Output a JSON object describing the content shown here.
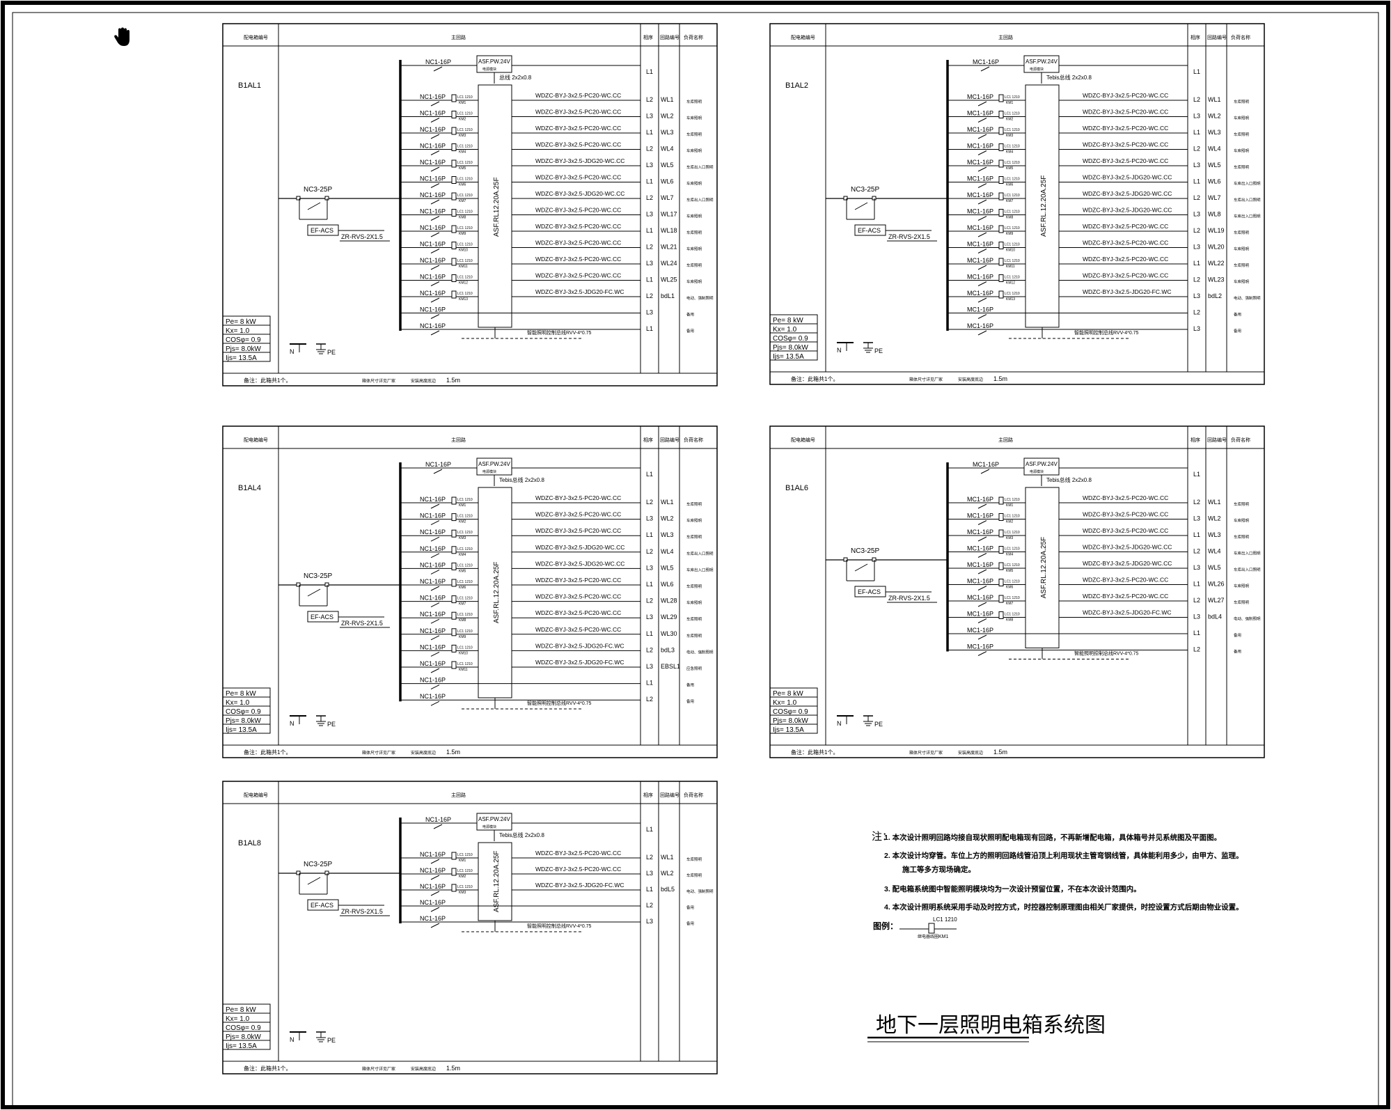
{
  "tool_icon": "hand-pan-icon",
  "panels": [
    {
      "id": "B1AL1",
      "header": {
        "col1": "配电箱编号",
        "col2": "主回路",
        "col3": "相序",
        "col4": "回路编号",
        "col5": "负荷名称"
      },
      "incoming_breaker": "NC3-25P",
      "efacs": "EF-ACS",
      "control_cable": "ZR-RVS-2X1.5",
      "power_module": "ASF.PW.24V",
      "power_module_sub": "电源模块",
      "top_breaker": "NC1-16P",
      "top_phase": "L1",
      "bus_label": "总线 2x2x0.8",
      "module_label": "ASF.RL12.20A.25F",
      "bottom_cable": "智能照明控制总线RVV-4*0.75",
      "circuits": [
        {
          "breaker": "NC1-16P",
          "relay": "LC1 1210",
          "sub": "KM1",
          "cable": "WDZC-BYJ-3x2.5-PC20-WC.CC",
          "phase": "L2",
          "code": "WL1",
          "load": "车库照明"
        },
        {
          "breaker": "NC1-16P",
          "relay": "LC1 1210",
          "sub": "KM2",
          "cable": "WDZC-BYJ-3x2.5-PC20-WC.CC",
          "phase": "L3",
          "code": "WL2",
          "load": "车库照明"
        },
        {
          "breaker": "NC1-16P",
          "relay": "LC1 1210",
          "sub": "KM3",
          "cable": "WDZC-BYJ-3x2.5-PC20-WC.CC",
          "phase": "L1",
          "code": "WL3",
          "load": "车库照明"
        },
        {
          "breaker": "NC1-16P",
          "relay": "LC1 1210",
          "sub": "KM4",
          "cable": "WDZC-BYJ-3x2.5-PC20-WC.CC",
          "phase": "L2",
          "code": "WL4",
          "load": "车库照明"
        },
        {
          "breaker": "NC1-16P",
          "relay": "LC1 1210",
          "sub": "KM5",
          "cable": "WDZC-BYJ-3x2.5-JDG20-WC.CC",
          "phase": "L3",
          "code": "WL5",
          "load": "车库出入口照明"
        },
        {
          "breaker": "NC1-16P",
          "relay": "LC1 1210",
          "sub": "KM6",
          "cable": "WDZC-BYJ-3x2.5-PC20-WC.CC",
          "phase": "L1",
          "code": "WL6",
          "load": "车库照明"
        },
        {
          "breaker": "NC1-16P",
          "relay": "LC1 1210",
          "sub": "KM7",
          "cable": "WDZC-BYJ-3x2.5-JDG20-WC.CC",
          "phase": "L2",
          "code": "WL7",
          "load": "车库出入口照明"
        },
        {
          "breaker": "NC1-16P",
          "relay": "LC1 1210",
          "sub": "KM8",
          "cable": "WDZC-BYJ-3x2.5-PC20-WC.CC",
          "phase": "L3",
          "code": "WL17",
          "load": "车库照明"
        },
        {
          "breaker": "NC1-16P",
          "relay": "LC1 1210",
          "sub": "KM9",
          "cable": "WDZC-BYJ-3x2.5-PC20-WC.CC",
          "phase": "L1",
          "code": "WL18",
          "load": "车库照明"
        },
        {
          "breaker": "NC1-16P",
          "relay": "LC1 1210",
          "sub": "KM10",
          "cable": "WDZC-BYJ-3x2.5-PC20-WC.CC",
          "phase": "L2",
          "code": "WL21",
          "load": "车库照明"
        },
        {
          "breaker": "NC1-16P",
          "relay": "LC1 1210",
          "sub": "KM11",
          "cable": "WDZC-BYJ-3x2.5-PC20-WC.CC",
          "phase": "L3",
          "code": "WL24",
          "load": "车库照明"
        },
        {
          "breaker": "NC1-16P",
          "relay": "LC1 1210",
          "sub": "KM12",
          "cable": "WDZC-BYJ-3x2.5-PC20-WC.CC",
          "phase": "L1",
          "code": "WL25",
          "load": "车库照明"
        },
        {
          "breaker": "NC1-16P",
          "relay": "LC1 1210",
          "sub": "KM13",
          "cable": "WDZC-BYJ-3x2.5-JDG20-FC.WC",
          "phase": "L2",
          "code": "bdL1",
          "load": "电动、强制照明"
        },
        {
          "breaker": "NC1-16P",
          "relay": "",
          "sub": "",
          "cable": "",
          "phase": "L3",
          "code": "",
          "load": "备用"
        },
        {
          "breaker": "NC1-16P",
          "relay": "",
          "sub": "",
          "cable": "",
          "phase": "L1",
          "code": "",
          "load": "备用"
        }
      ],
      "params": {
        "pe": "Pe= 8 kW",
        "kx": "Kx= 1.0",
        "cos": "COSφ= 0.9",
        "pjs": "Pjs= 8.0kW",
        "ijs": "Ijs= 13.5A"
      },
      "ground_n": "N",
      "ground_pe": "PE",
      "footer": {
        "note": "备注：此箱共1个。",
        "size": "箱体尺寸详见厂家",
        "height": "安装高度底边",
        "height_val": "1.5m"
      }
    },
    {
      "id": "B1AL2",
      "header": {
        "col1": "配电箱编号",
        "col2": "主回路",
        "col3": "相序",
        "col4": "回路编号",
        "col5": "负荷名称"
      },
      "incoming_breaker": "NC3-25P",
      "efacs": "EF-ACS",
      "control_cable": "ZR-RVS-2X1.5",
      "power_module": "ASF.PW.24V",
      "power_module_sub": "电源模块",
      "top_breaker": "MC1-16P",
      "top_phase": "L1",
      "bus_label": "Tebis总线 2x2x0.8",
      "module_label": "ASF.RL.12.20A.25F",
      "bottom_cable": "智能照明控制总线RVV-4*0.75",
      "circuits": [
        {
          "breaker": "MC1-16P",
          "relay": "LC1 1210",
          "sub": "KM1",
          "cable": "WDZC-BYJ-3x2.5-PC20-WC.CC",
          "phase": "L2",
          "code": "WL1",
          "load": "车库照明"
        },
        {
          "breaker": "MC1-16P",
          "relay": "LC1 1210",
          "sub": "KM2",
          "cable": "WDZC-BYJ-3x2.5-PC20-WC.CC",
          "phase": "L3",
          "code": "WL2",
          "load": "车库照明"
        },
        {
          "breaker": "MC1-16P",
          "relay": "LC1 1210",
          "sub": "KM3",
          "cable": "WDZC-BYJ-3x2.5-PC20-WC.CC",
          "phase": "L1",
          "code": "WL3",
          "load": "车库照明"
        },
        {
          "breaker": "MC1-16P",
          "relay": "LC1 1210",
          "sub": "KM4",
          "cable": "WDZC-BYJ-3x2.5-PC20-WC.CC",
          "phase": "L2",
          "code": "WL4",
          "load": "车库照明"
        },
        {
          "breaker": "MC1-16P",
          "relay": "LC1 1210",
          "sub": "KM5",
          "cable": "WDZC-BYJ-3x2.5-PC20-WC.CC",
          "phase": "L3",
          "code": "WL5",
          "load": "车库照明"
        },
        {
          "breaker": "MC1-16P",
          "relay": "LC1 1210",
          "sub": "KM6",
          "cable": "WDZC-BYJ-3x2.5-JDG20-WC.CC",
          "phase": "L1",
          "code": "WL6",
          "load": "车库出入口照明"
        },
        {
          "breaker": "MC1-16P",
          "relay": "LC1 1210",
          "sub": "KM7",
          "cable": "WDZC-BYJ-3x2.5-JDG20-WC.CC",
          "phase": "L2",
          "code": "WL7",
          "load": "车库出入口照明"
        },
        {
          "breaker": "MC1-16P",
          "relay": "LC1 1210",
          "sub": "KM8",
          "cable": "WDZC-BYJ-3x2.5-JDG20-WC.CC",
          "phase": "L3",
          "code": "WL8",
          "load": "车库出入口照明"
        },
        {
          "breaker": "MC1-16P",
          "relay": "LC1 1210",
          "sub": "KM9",
          "cable": "WDZC-BYJ-3x2.5-PC20-WC.CC",
          "phase": "L2",
          "code": "WL19",
          "load": "车库照明"
        },
        {
          "breaker": "MC1-16P",
          "relay": "LC1 1210",
          "sub": "KM10",
          "cable": "WDZC-BYJ-3x2.5-PC20-WC.CC",
          "phase": "L3",
          "code": "WL20",
          "load": "车库照明"
        },
        {
          "breaker": "MC1-16P",
          "relay": "LC1 1210",
          "sub": "KM11",
          "cable": "WDZC-BYJ-3x2.5-PC20-WC.CC",
          "phase": "L1",
          "code": "WL22",
          "load": "车库照明"
        },
        {
          "breaker": "MC1-16P",
          "relay": "LC1 1210",
          "sub": "KM12",
          "cable": "WDZC-BYJ-3x2.5-PC20-WC.CC",
          "phase": "L2",
          "code": "WL23",
          "load": "车库照明"
        },
        {
          "breaker": "MC1-16P",
          "relay": "LC1 1210",
          "sub": "KM13",
          "cable": "WDZC-BYJ-3x2.5-JDG20-FC.WC",
          "phase": "L3",
          "code": "bdL2",
          "load": "电动、强制照明"
        },
        {
          "breaker": "MC1-16P",
          "relay": "",
          "sub": "",
          "cable": "",
          "phase": "L2",
          "code": "",
          "load": "备用"
        },
        {
          "breaker": "MC1-16P",
          "relay": "",
          "sub": "",
          "cable": "",
          "phase": "L3",
          "code": "",
          "load": "备用"
        }
      ],
      "params": {
        "pe": "Pe= 8 kW",
        "kx": "Kx= 1.0",
        "cos": "COSφ= 0.9",
        "pjs": "Pjs= 8.0kW",
        "ijs": "Ijs= 13.5A"
      },
      "ground_n": "N",
      "ground_pe": "PE",
      "footer": {
        "note": "备注：此箱共1个。",
        "size": "箱体尺寸详见厂家",
        "height": "安装高度底边",
        "height_val": "1.5m"
      }
    },
    {
      "id": "B1AL4",
      "header": {
        "col1": "配电箱编号",
        "col2": "主回路",
        "col3": "相序",
        "col4": "回路编号",
        "col5": "负荷名称"
      },
      "incoming_breaker": "NC3-25P",
      "efacs": "EF-ACS",
      "control_cable": "ZR-RVS-2X1.5",
      "power_module": "ASF.PW.24V",
      "power_module_sub": "电源模块",
      "top_breaker": "NC1-16P",
      "top_phase": "L1",
      "bus_label": "Tebis总线 2x2x0.8",
      "module_label": "ASF.RL.12.20A.25F",
      "bottom_cable": "智能照明控制总线RVV-4*0.75",
      "circuits": [
        {
          "breaker": "NC1-16P",
          "relay": "LC1 1210",
          "sub": "KM1",
          "cable": "WDZC-BYJ-3x2.5-PC20-WC.CC",
          "phase": "L2",
          "code": "WL1",
          "load": "车库照明"
        },
        {
          "breaker": "NC1-16P",
          "relay": "LC1 1210",
          "sub": "KM2",
          "cable": "WDZC-BYJ-3x2.5-PC20-WC.CC",
          "phase": "L3",
          "code": "WL2",
          "load": "车库照明"
        },
        {
          "breaker": "NC1-16P",
          "relay": "LC1 1210",
          "sub": "KM3",
          "cable": "WDZC-BYJ-3x2.5-PC20-WC.CC",
          "phase": "L1",
          "code": "WL3",
          "load": "车库照明"
        },
        {
          "breaker": "NC1-16P",
          "relay": "LC1 1210",
          "sub": "KM4",
          "cable": "WDZC-BYJ-3x2.5-JDG20-WC.CC",
          "phase": "L2",
          "code": "WL4",
          "load": "车库出入口照明"
        },
        {
          "breaker": "NC1-16P",
          "relay": "LC1 1210",
          "sub": "KM5",
          "cable": "WDZC-BYJ-3x2.5-JDG20-WC.CC",
          "phase": "L3",
          "code": "WL5",
          "load": "车库出入口照明"
        },
        {
          "breaker": "NC1-16P",
          "relay": "LC1 1210",
          "sub": "KM6",
          "cable": "WDZC-BYJ-3x2.5-PC20-WC.CC",
          "phase": "L1",
          "code": "WL6",
          "load": "车库照明"
        },
        {
          "breaker": "NC1-16P",
          "relay": "LC1 1210",
          "sub": "KM7",
          "cable": "WDZC-BYJ-3x2.5-PC20-WC.CC",
          "phase": "L2",
          "code": "WL28",
          "load": "车库照明"
        },
        {
          "breaker": "NC1-16P",
          "relay": "LC1 1210",
          "sub": "KM8",
          "cable": "WDZC-BYJ-3x2.5-PC20-WC.CC",
          "phase": "L3",
          "code": "WL29",
          "load": "车库照明"
        },
        {
          "breaker": "NC1-16P",
          "relay": "LC1 1210",
          "sub": "KM9",
          "cable": "WDZC-BYJ-3x2.5-PC20-WC.CC",
          "phase": "L1",
          "code": "WL30",
          "load": "车库照明"
        },
        {
          "breaker": "NC1-16P",
          "relay": "LC1 1210",
          "sub": "KM10",
          "cable": "WDZC-BYJ-3x2.5-JDG20-FC.WC",
          "phase": "L2",
          "code": "bdL3",
          "load": "电动、强制照明"
        },
        {
          "breaker": "NC1-16P",
          "relay": "LC1 1210",
          "sub": "KM11",
          "cable": "WDZC-BYJ-3x2.5-JDG20-FC.WC",
          "phase": "L3",
          "code": "EBSL1",
          "load": "应急照明"
        },
        {
          "breaker": "NC1-16P",
          "relay": "",
          "sub": "",
          "cable": "",
          "phase": "L1",
          "code": "",
          "load": "备用"
        },
        {
          "breaker": "NC1-16P",
          "relay": "",
          "sub": "",
          "cable": "",
          "phase": "L2",
          "code": "",
          "load": "备用"
        }
      ],
      "params": {
        "pe": "Pe= 8 kW",
        "kx": "Kx= 1.0",
        "cos": "COSφ= 0.9",
        "pjs": "Pjs= 8.0kW",
        "ijs": "Ijs= 13.5A"
      },
      "ground_n": "N",
      "ground_pe": "PE",
      "footer": {
        "note": "备注：此箱共1个。",
        "size": "箱体尺寸详见厂家",
        "height": "安装高度底边",
        "height_val": "1.5m"
      }
    },
    {
      "id": "B1AL6",
      "header": {
        "col1": "配电箱编号",
        "col2": "主回路",
        "col3": "相序",
        "col4": "回路编号",
        "col5": "负荷名称"
      },
      "incoming_breaker": "NC3-25P",
      "efacs": "EF-ACS",
      "control_cable": "ZR-RVS-2X1.5",
      "power_module": "ASF.PW.24V",
      "power_module_sub": "电源模块",
      "top_breaker": "MC1-16P",
      "top_phase": "L1",
      "bus_label": "Tebis总线 2x2x0.8",
      "module_label": "ASF.RL.12.20A.25F",
      "bottom_cable": "智能照明控制总线RVV-4*0.75",
      "circuits": [
        {
          "breaker": "MC1-16P",
          "relay": "LC1 1210",
          "sub": "KM1",
          "cable": "WDZC-BYJ-3x2.5-PC20-WC.CC",
          "phase": "L2",
          "code": "WL1",
          "load": "车库照明"
        },
        {
          "breaker": "MC1-16P",
          "relay": "LC1 1210",
          "sub": "KM2",
          "cable": "WDZC-BYJ-3x2.5-PC20-WC.CC",
          "phase": "L3",
          "code": "WL2",
          "load": "车库照明"
        },
        {
          "breaker": "MC1-16P",
          "relay": "LC1 1210",
          "sub": "KM3",
          "cable": "WDZC-BYJ-3x2.5-PC20-WC.CC",
          "phase": "L1",
          "code": "WL3",
          "load": "车库照明"
        },
        {
          "breaker": "MC1-16P",
          "relay": "LC1 1210",
          "sub": "KM4",
          "cable": "WDZC-BYJ-3x2.5-JDG20-WC.CC",
          "phase": "L2",
          "code": "WL4",
          "load": "车库出入口照明"
        },
        {
          "breaker": "MC1-16P",
          "relay": "LC1 1210",
          "sub": "KM5",
          "cable": "WDZC-BYJ-3x2.5-JDG20-WC.CC",
          "phase": "L3",
          "code": "WL5",
          "load": "车库出入口照明"
        },
        {
          "breaker": "MC1-16P",
          "relay": "LC1 1210",
          "sub": "KM6",
          "cable": "WDZC-BYJ-3x2.5-PC20-WC.CC",
          "phase": "L1",
          "code": "WL26",
          "load": "车库照明"
        },
        {
          "breaker": "MC1-16P",
          "relay": "LC1 1210",
          "sub": "KM7",
          "cable": "WDZC-BYJ-3x2.5-PC20-WC.CC",
          "phase": "L2",
          "code": "WL27",
          "load": "车库照明"
        },
        {
          "breaker": "MC1-16P",
          "relay": "LC1 1210",
          "sub": "KM8",
          "cable": "WDZC-BYJ-3x2.5-JDG20-FC.WC",
          "phase": "L3",
          "code": "bdL4",
          "load": "电动、强制照明"
        },
        {
          "breaker": "MC1-16P",
          "relay": "",
          "sub": "",
          "cable": "",
          "phase": "L1",
          "code": "",
          "load": "备用"
        },
        {
          "breaker": "MC1-16P",
          "relay": "",
          "sub": "",
          "cable": "",
          "phase": "L2",
          "code": "",
          "load": "备用"
        }
      ],
      "params": {
        "pe": "Pe= 8 kW",
        "kx": "Kx= 1.0",
        "cos": "COSφ= 0.9",
        "pjs": "Pjs= 8.0kW",
        "ijs": "Ijs= 13.5A"
      },
      "ground_n": "N",
      "ground_pe": "PE",
      "footer": {
        "note": "备注：此箱共1个。",
        "size": "箱体尺寸详见厂家",
        "height": "安装高度底边",
        "height_val": "1.5m"
      }
    },
    {
      "id": "B1AL8",
      "header": {
        "col1": "配电箱编号",
        "col2": "主回路",
        "col3": "相序",
        "col4": "回路编号",
        "col5": "负荷名称"
      },
      "incoming_breaker": "NC3-25P",
      "efacs": "EF-ACS",
      "control_cable": "ZR-RVS-2X1.5",
      "power_module": "ASF.PW.24V",
      "power_module_sub": "电源模块",
      "top_breaker": "NC1-16P",
      "top_phase": "L1",
      "bus_label": "Tebis总线 2x2x0.8",
      "module_label": "ASF.RL.12.20A.25F",
      "bottom_cable": "智能照明控制总线RVV-4*0.75",
      "circuits": [
        {
          "breaker": "NC1-16P",
          "relay": "LC1 1210",
          "sub": "KM1",
          "cable": "WDZC-BYJ-3x2.5-PC20-WC.CC",
          "phase": "L2",
          "code": "WL1",
          "load": "车库照明"
        },
        {
          "breaker": "NC1-16P",
          "relay": "LC1 1210",
          "sub": "KM2",
          "cable": "WDZC-BYJ-3x2.5-PC20-WC.CC",
          "phase": "L3",
          "code": "WL2",
          "load": "车库照明"
        },
        {
          "breaker": "NC1-16P",
          "relay": "LC1 1210",
          "sub": "KM3",
          "cable": "WDZC-BYJ-3x2.5-JDG20-FC.WC",
          "phase": "L1",
          "code": "bdL5",
          "load": "电动、强制照明"
        },
        {
          "breaker": "NC1-16P",
          "relay": "",
          "sub": "",
          "cable": "",
          "phase": "L2",
          "code": "",
          "load": "备用"
        },
        {
          "breaker": "NC1-16P",
          "relay": "",
          "sub": "",
          "cable": "",
          "phase": "L3",
          "code": "",
          "load": "备用"
        }
      ],
      "params": {
        "pe": "Pe= 8 kW",
        "kx": "Kx= 1.0",
        "cos": "COSφ= 0.9",
        "pjs": "Pjs= 8.0kW",
        "ijs": "Ijs= 13.5A"
      },
      "ground_n": "N",
      "ground_pe": "PE",
      "footer": {
        "note": "备注：此箱共1个。",
        "size": "箱体尺寸详见厂家",
        "height": "安装高度底边",
        "height_val": "1.5m"
      }
    }
  ],
  "notes": {
    "prefix": "注：",
    "items": [
      "1. 本次设计照明回路均接自现状照明配电箱现有回路，不再新增配电箱，具体箱号并见系统图及平面图。",
      "2. 本次设计均穿管。车位上方的照明回路线管沿顶上利用现状主管弯钢线管，具体能利用多少，由甲方、监理。",
      "施工等多方现场确定。",
      "3. 配电箱系统图中智能照明模块均为一次设计预留位置，不在本次设计范围内。",
      "4. 本次设计照明系统采用手动及时控方式，时控器控制原理图由相关厂家提供，时控设置方式后期由物业设置。"
    ],
    "legend_prefix": "图例：",
    "legend_relay": "LC1 1210",
    "legend_desc": "继电器线圈",
    "legend_km": "KM1"
  },
  "drawing_title": "地下一层照明电箱系统图"
}
